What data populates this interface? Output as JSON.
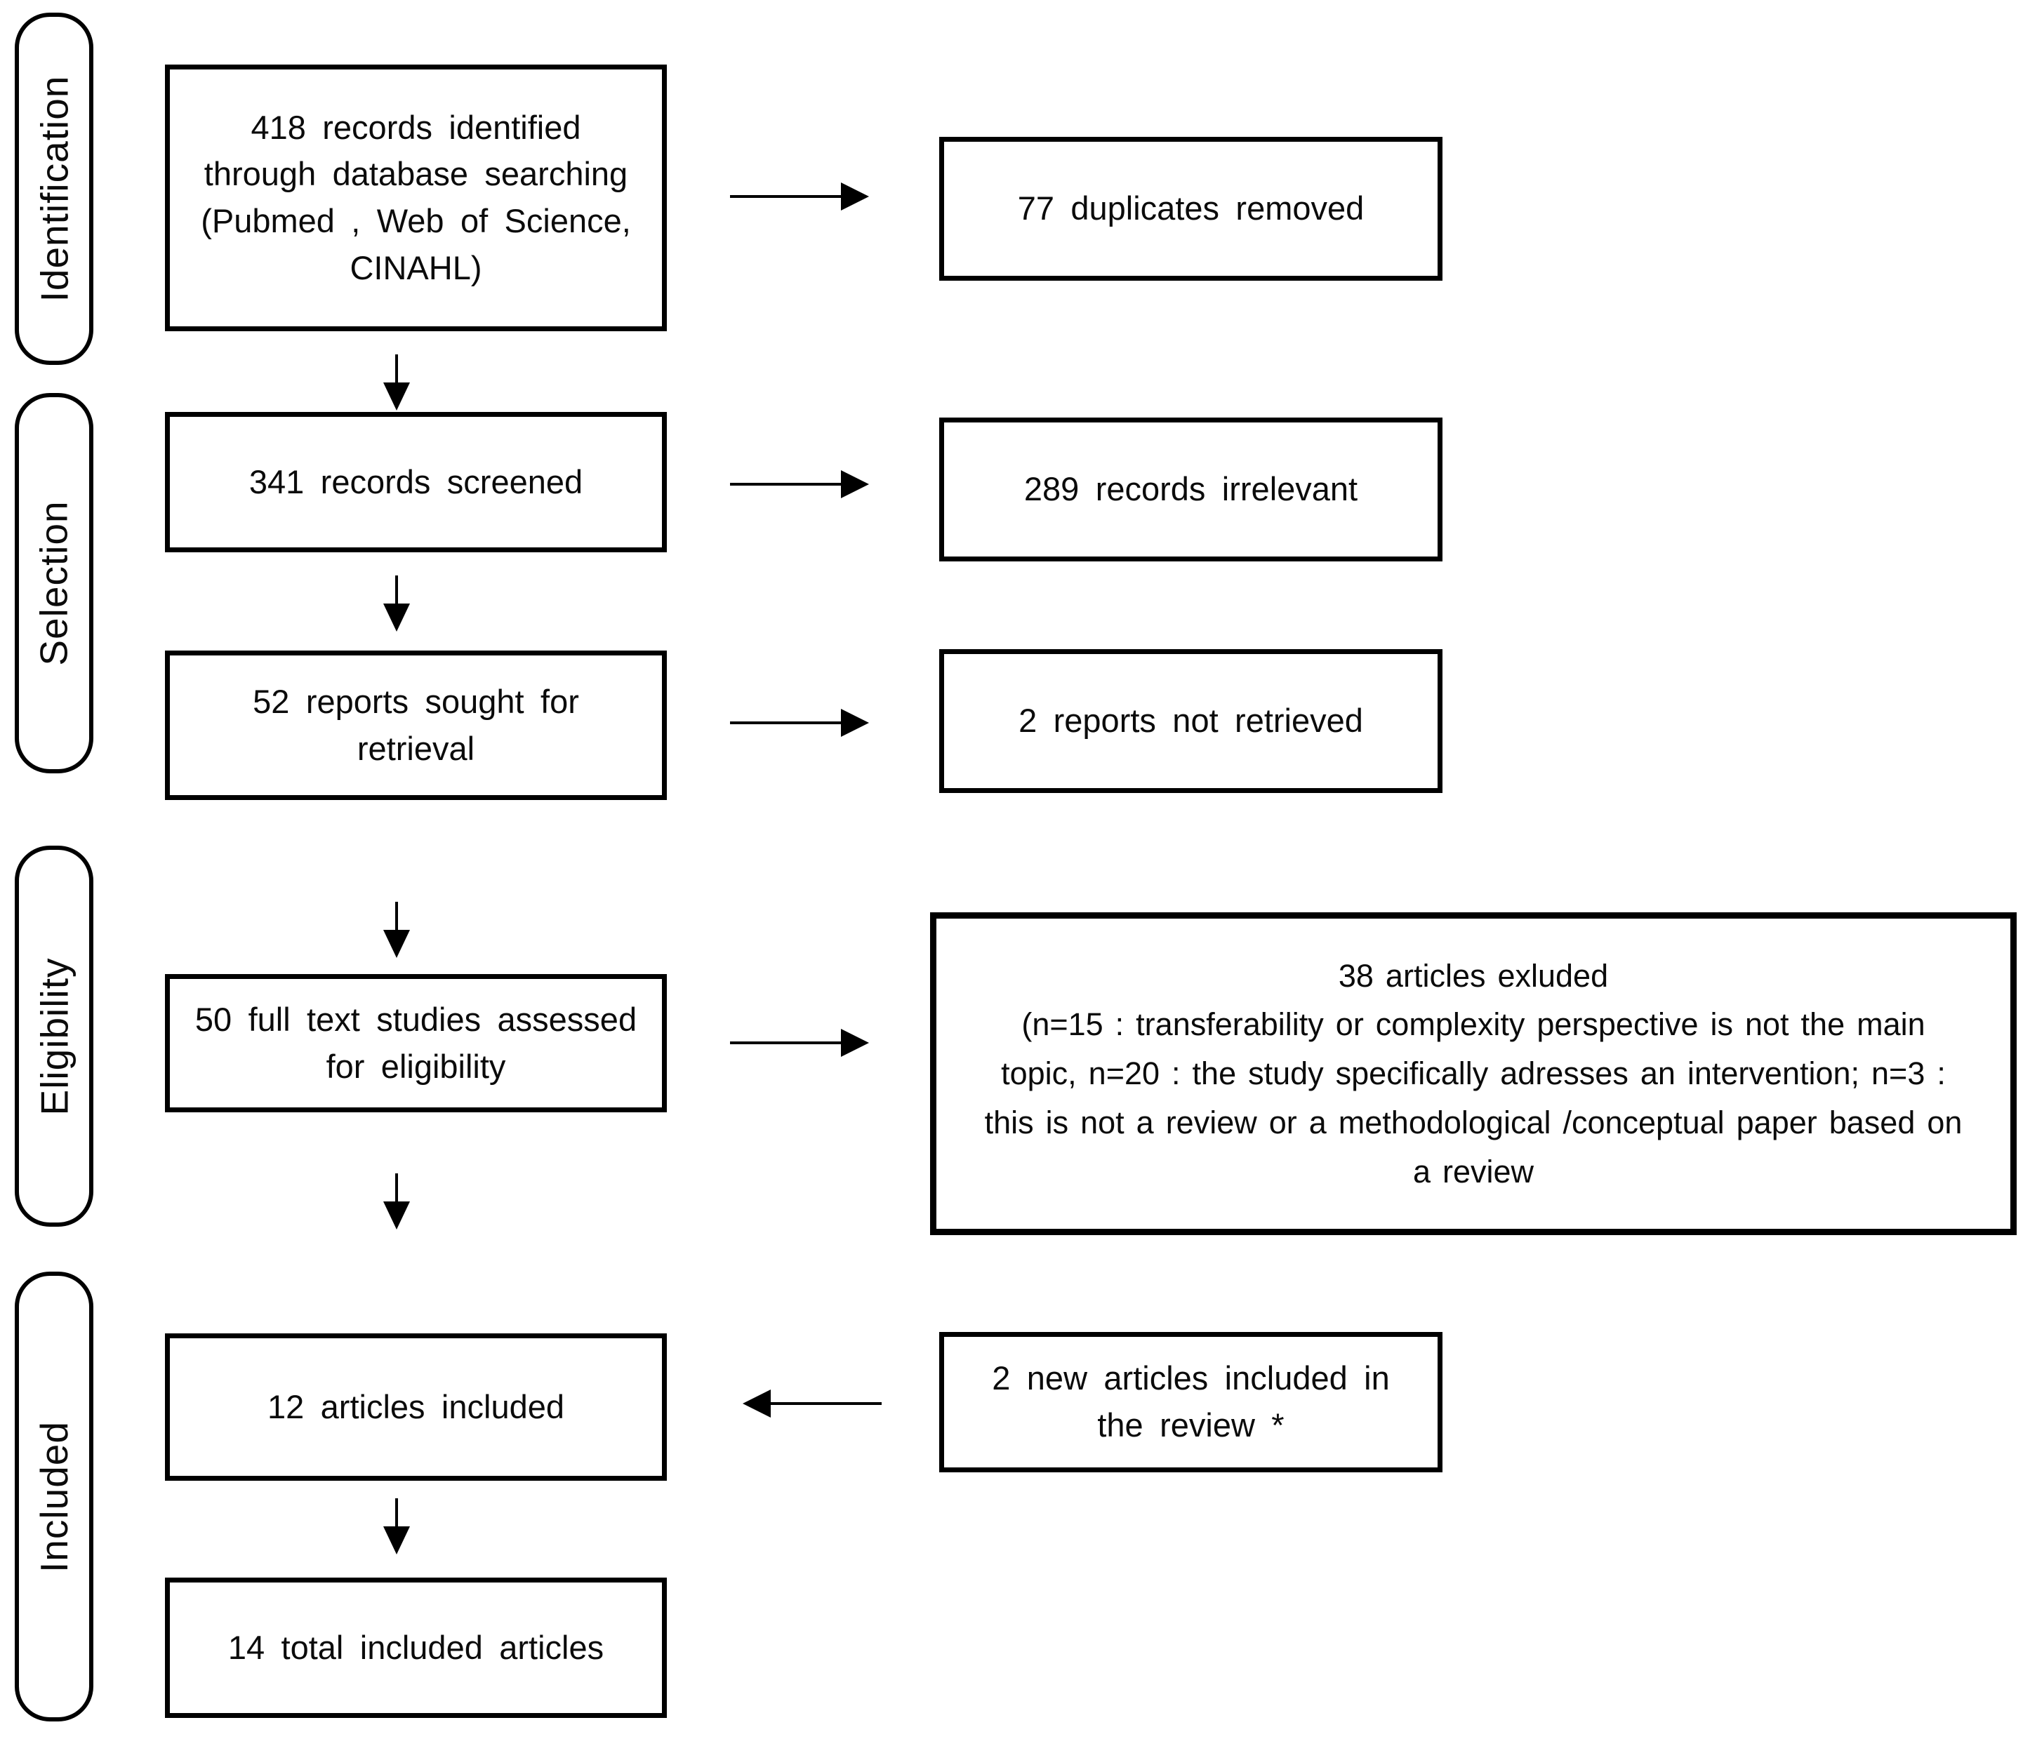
{
  "sidebar": {
    "stages": [
      {
        "id": "identification",
        "label": "Identification"
      },
      {
        "id": "selection",
        "label": "Selection"
      },
      {
        "id": "eligibility",
        "label": "Eligibility"
      },
      {
        "id": "included",
        "label": "Included"
      }
    ]
  },
  "boxes": {
    "records_identified": {
      "text": "418 records identified\nthrough database searching\n(Pubmed , Web of Science,\nCINAHL)"
    },
    "duplicates_removed": {
      "text": "77 duplicates removed"
    },
    "records_screened": {
      "text": "341 records screened"
    },
    "records_irrelevant": {
      "text": "289 records irrelevant"
    },
    "reports_sought": {
      "text": "52 reports sought for\nretrieval"
    },
    "reports_not_retrieved": {
      "text": "2 reports not retrieved"
    },
    "fulltext_assessed": {
      "text": "50 full text studies assessed\nfor eligibility"
    },
    "articles_excluded": {
      "text": "38 articles exluded\n(n=15 : transferability or complexity perspective is not the main\ntopic, n=20 : the study specifically adresses an intervention; n=3 :\nthis is not a review or a methodological /conceptual paper based on\na review"
    },
    "articles_included": {
      "text": "12 articles included"
    },
    "new_articles_included": {
      "text": "2 new articles included in\nthe review *"
    },
    "total_included": {
      "text": "14 total included articles"
    }
  },
  "colors": {
    "border": "#000000",
    "background": "#ffffff",
    "text": "#0b0b0b"
  }
}
